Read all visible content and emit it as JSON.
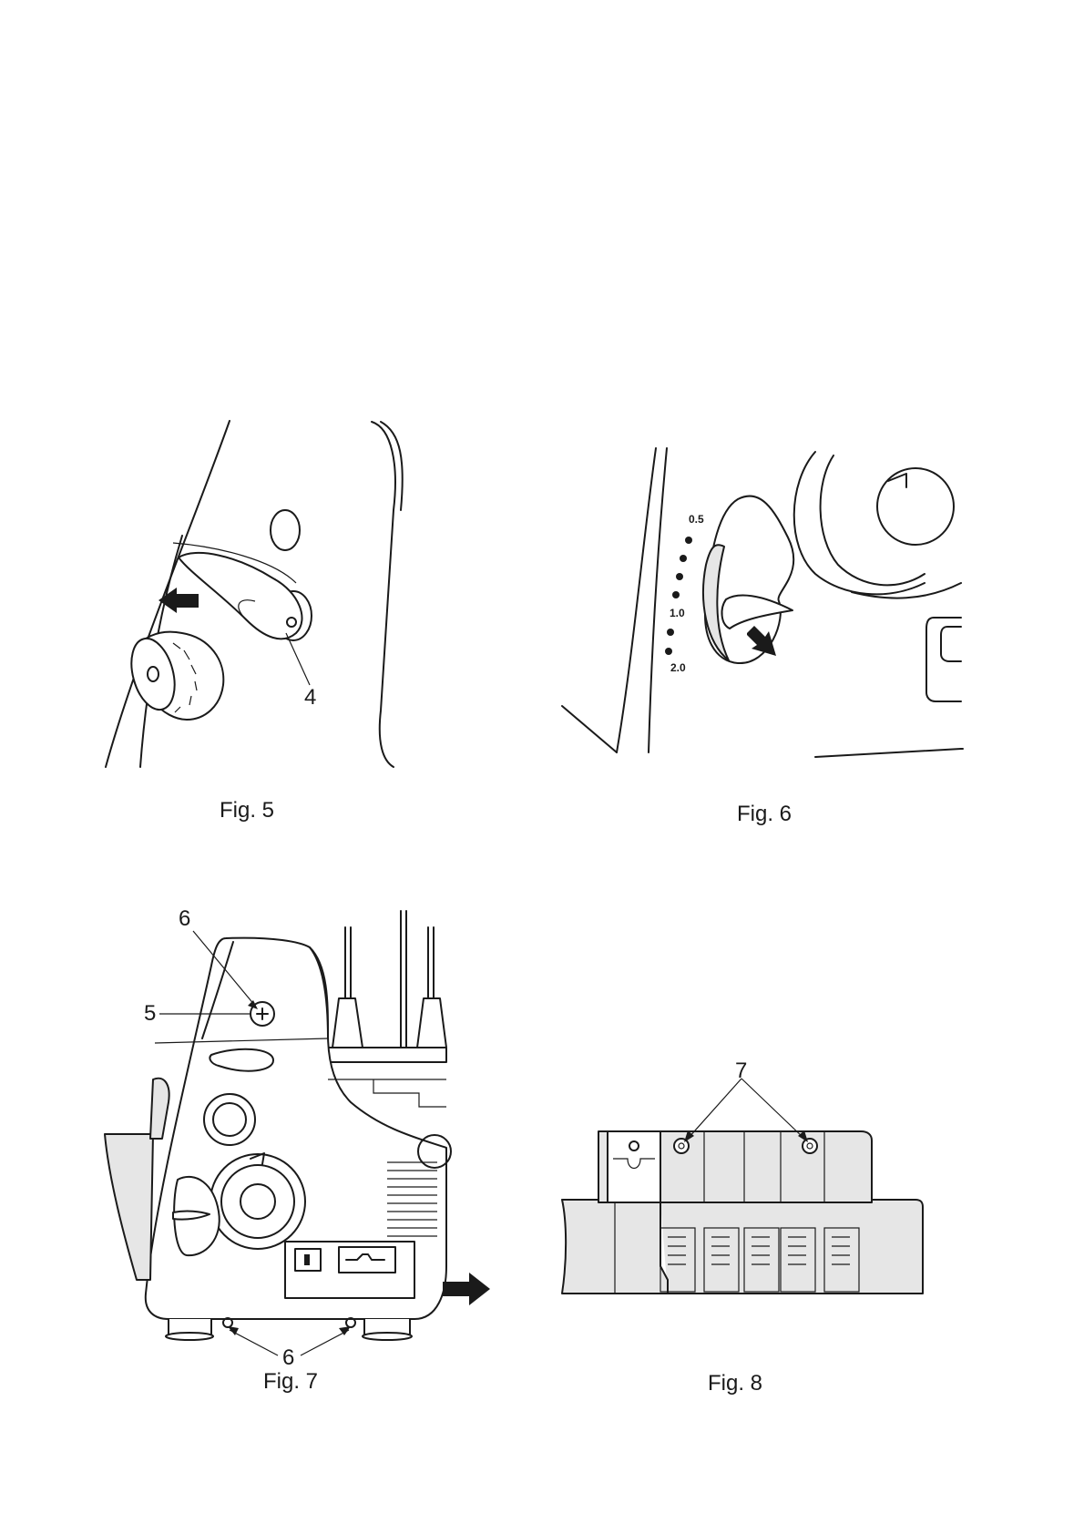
{
  "figures": {
    "fig5": {
      "caption": "Fig. 5",
      "callout": "4"
    },
    "fig6": {
      "caption": "Fig. 6",
      "scale": [
        "0.5",
        "1.0",
        "2.0"
      ]
    },
    "fig7": {
      "caption": "Fig. 7",
      "callouts": [
        "6",
        "5",
        "6"
      ]
    },
    "fig8": {
      "caption": "Fig. 8",
      "callout": "7"
    }
  }
}
